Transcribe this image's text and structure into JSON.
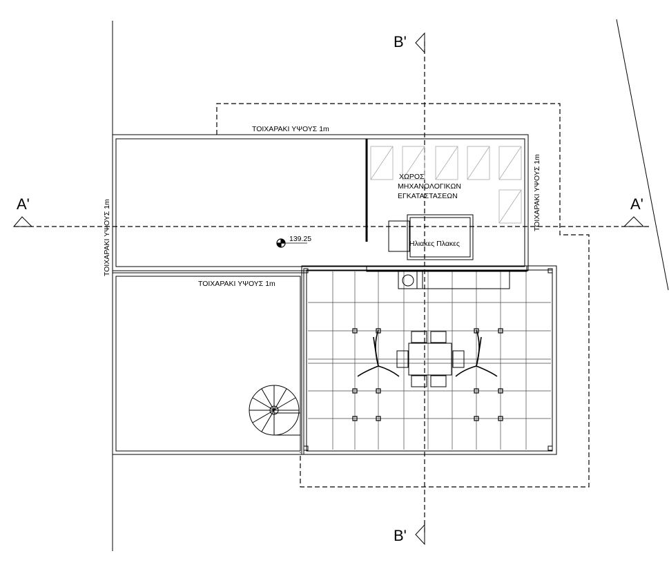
{
  "section_marks": {
    "horizontal": "A'",
    "vertical": "B'"
  },
  "labels": {
    "wall_top": "ΤΟΙΧΑΡΑΚΙ ΥΨΟΥΣ 1m",
    "wall_left": "ΤΟΙΧΑΡΑΚΙ ΥΨΟΥΣ 1m",
    "wall_right": "ΤΟΙΧΑΡΑΚΙ ΥΨΟΥΣ 1m",
    "wall_lower": "ΤΟΙΧΑΡΑΚΙ ΥΨΟΥΣ 1m",
    "mech_room_line1": "ΧΩΡΟΣ",
    "mech_room_line2": "ΜΗΧΑΝΟΛΟΓΙΚΩΝ",
    "mech_room_line3": "ΕΓΚΑΤΑΣΤΑΣΕΩΝ",
    "solar_panels": "Ηλιακες Πλακες",
    "elevation": "139.25"
  }
}
